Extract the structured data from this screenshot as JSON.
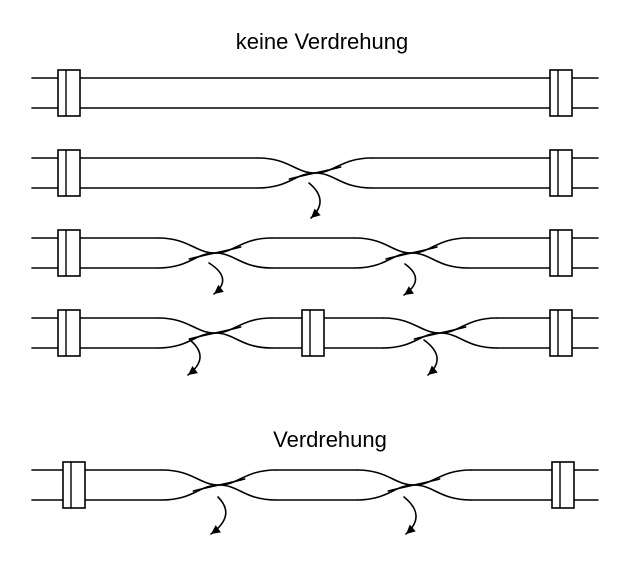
{
  "diagram": {
    "heading_no_twist": "keine Verdrehung",
    "heading_twist": "Verdrehung",
    "colors": {
      "stroke": "#000000",
      "background": "#ffffff"
    },
    "rows": [
      {
        "id": "row-1",
        "group": "keine Verdrehung",
        "clamps": 2,
        "crossings": 0
      },
      {
        "id": "row-2",
        "group": "keine Verdrehung",
        "clamps": 2,
        "crossings": 1
      },
      {
        "id": "row-3",
        "group": "keine Verdrehung",
        "clamps": 2,
        "crossings": 2
      },
      {
        "id": "row-4",
        "group": "keine Verdrehung",
        "clamps": 3,
        "crossings": 2
      },
      {
        "id": "row-5",
        "group": "Verdrehung",
        "clamps": 2,
        "crossings": 2
      }
    ]
  }
}
